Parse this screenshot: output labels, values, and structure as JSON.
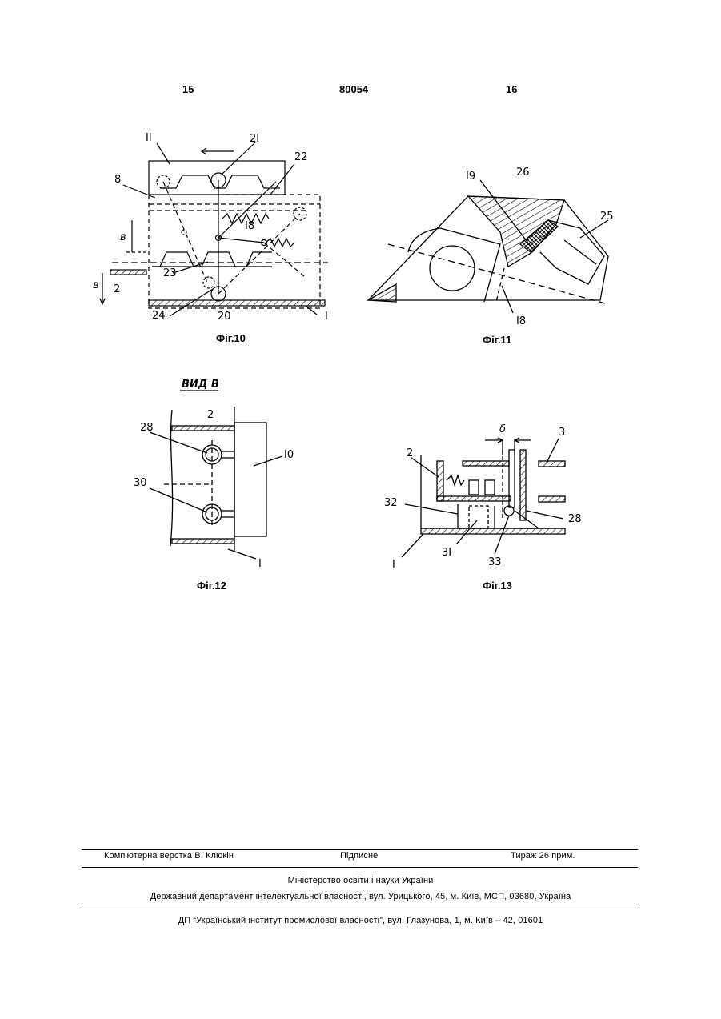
{
  "header": {
    "page_left": "15",
    "patent_number": "80054",
    "page_right": "16"
  },
  "figures": {
    "fig10": {
      "caption": "Фіг.10",
      "labels": {
        "l11": "II",
        "l21": "2I",
        "l22": "22",
        "l8": "8",
        "l18": "I8",
        "b1": "в",
        "b2": "в",
        "l2": "2",
        "l23": "23",
        "l24": "24",
        "l20": "20",
        "l1": "I"
      }
    },
    "fig11": {
      "caption": "Фіг.11",
      "labels": {
        "l19": "I9",
        "l26": "26",
        "l25": "25",
        "l18": "I8"
      }
    },
    "fig12": {
      "caption": "Фіг.12",
      "view_title": "ВИД В",
      "labels": {
        "l2": "2",
        "l28": "28",
        "l10": "I0",
        "l30": "30",
        "l1": "I"
      }
    },
    "fig13": {
      "caption": "Фіг.13",
      "labels": {
        "delta": "δ",
        "l2": "2",
        "l3": "3",
        "l32": "32",
        "l28": "28",
        "l1": "I",
        "l31": "3I",
        "l33": "33"
      }
    }
  },
  "footer": {
    "layout": "Комп'ютерна верстка В. Клюкін",
    "signed": "Підписне",
    "circulation": "Тираж 26 прим.",
    "ministry": "Міністерство освіти і науки України",
    "department": "Державний департамент інтелектуальної власності, вул. Урицького, 45, м. Київ, МСП, 03680, Україна",
    "institute": "ДП “Український інститут промислової власності”, вул. Глазунова, 1, м. Київ – 42, 01601"
  }
}
